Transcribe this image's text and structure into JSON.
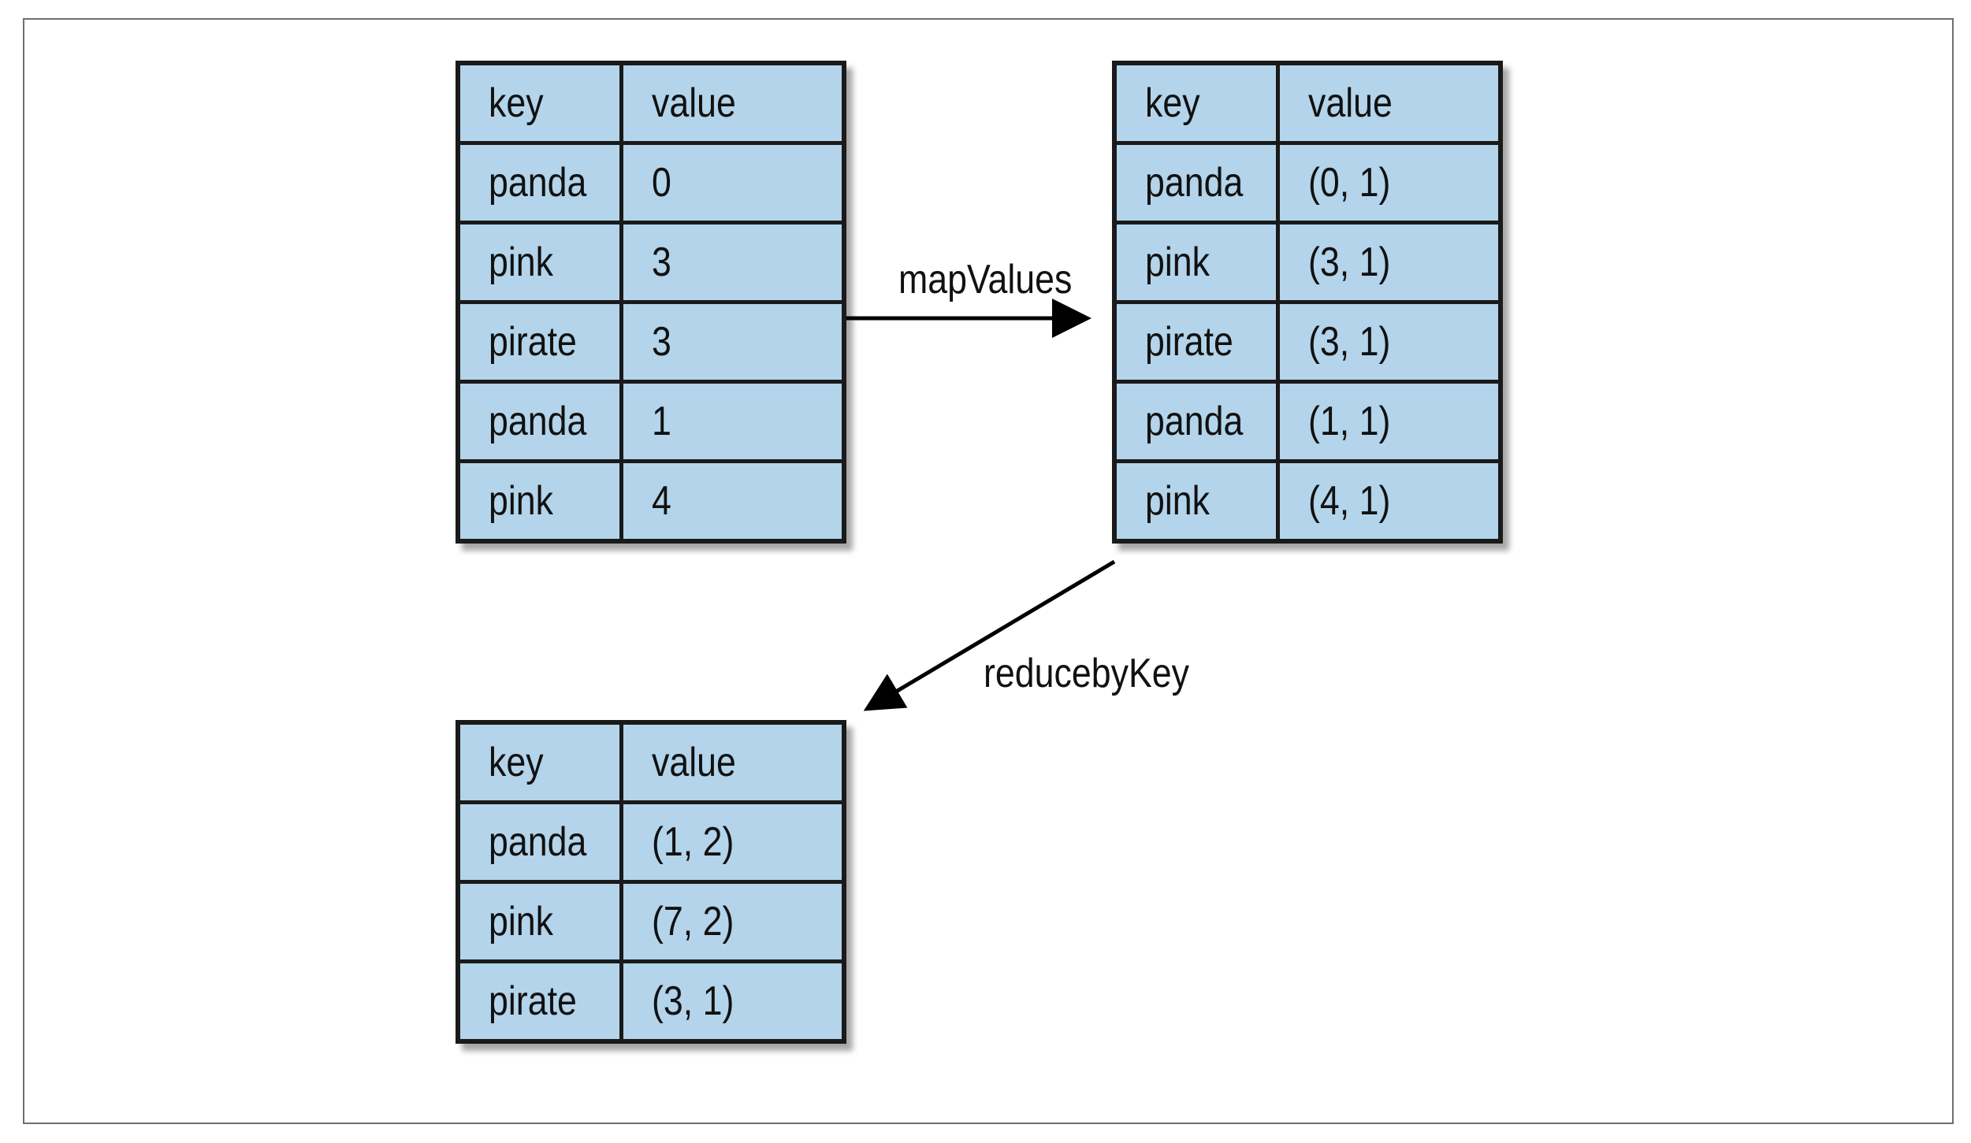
{
  "tables": {
    "input": {
      "header": {
        "key": "key",
        "value": "value"
      },
      "rows": [
        {
          "key": "panda",
          "value": "0"
        },
        {
          "key": "pink",
          "value": "3"
        },
        {
          "key": "pirate",
          "value": "3"
        },
        {
          "key": "panda",
          "value": "1"
        },
        {
          "key": "pink",
          "value": "4"
        }
      ]
    },
    "mapped": {
      "header": {
        "key": "key",
        "value": "value"
      },
      "rows": [
        {
          "key": "panda",
          "value": "(0, 1)"
        },
        {
          "key": "pink",
          "value": "(3, 1)"
        },
        {
          "key": "pirate",
          "value": "(3, 1)"
        },
        {
          "key": "panda",
          "value": "(1, 1)"
        },
        {
          "key": "pink",
          "value": "(4, 1)"
        }
      ]
    },
    "result": {
      "header": {
        "key": "key",
        "value": "value"
      },
      "rows": [
        {
          "key": "panda",
          "value": "(1, 2)"
        },
        {
          "key": "pink",
          "value": "(7, 2)"
        },
        {
          "key": "pirate",
          "value": "(3, 1)"
        }
      ]
    }
  },
  "operations": {
    "map": "mapValues",
    "reduce": "reducebyKey"
  },
  "colors": {
    "cell_fill": "#b3d4ea",
    "border": "#1a1a1a",
    "arrow": "#000000",
    "frame": "#6f6f6f"
  }
}
